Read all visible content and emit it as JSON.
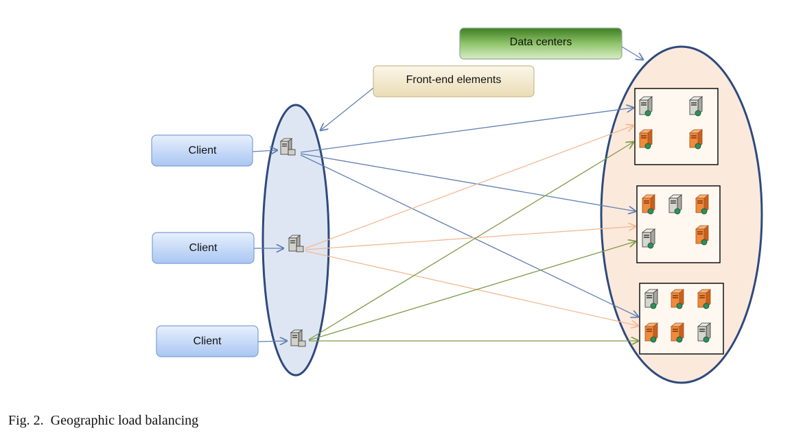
{
  "labels": {
    "data_centers": "Data centers",
    "front_end": "Front-end elements",
    "clients": [
      "Client",
      "Client",
      "Client"
    ]
  },
  "caption": "Fig. 2.  Geographic load balancing",
  "colors": {
    "client_box": "#c9dcf8",
    "client_border": "#7c9fd6",
    "frontend_ellipse_fill": "#dfe6f3",
    "datacenter_ellipse_fill": "#fbe9dc",
    "ellipse_border": "#2e4a7d",
    "arrow_blue": "#5f7fb2",
    "arrow_orange": "#f3b892",
    "arrow_green": "#7d9a46",
    "datacenters_label_fill": "#78b24f",
    "frontend_label_fill": "#f4ebd2"
  },
  "icons": [
    "server-icon-gray",
    "server-icon-orange"
  ]
}
